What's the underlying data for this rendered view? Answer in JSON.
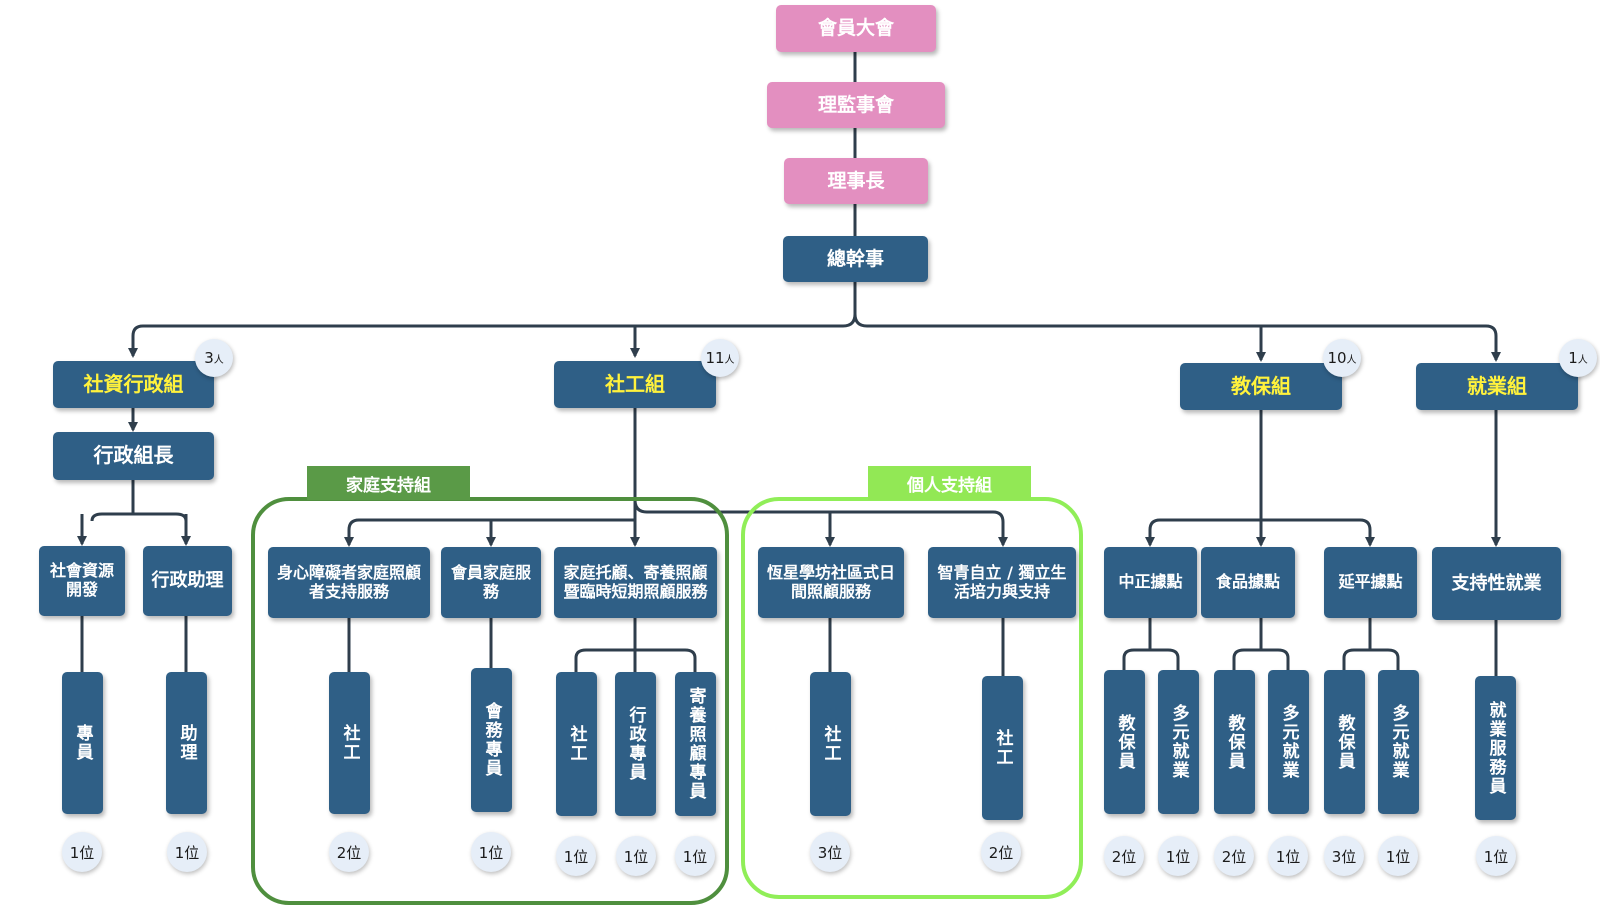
{
  "top": {
    "general_assembly": "會員大會",
    "board": "理監事會",
    "chairman": "理事長",
    "secretary_general": "總幹事"
  },
  "departments": {
    "admin": {
      "label": "社資行政組",
      "count": "3",
      "unit": "人"
    },
    "social": {
      "label": "社工組",
      "count": "11",
      "unit": "人"
    },
    "education": {
      "label": "教保組",
      "count": "10",
      "unit": "人"
    },
    "employment": {
      "label": "就業組",
      "count": "1",
      "unit": "人"
    }
  },
  "admin_lead": "行政組長",
  "groups": {
    "family": "家庭支持組",
    "personal": "個人支持組"
  },
  "units": {
    "resource_dev": "社會資源開發",
    "admin_assist": "行政助理",
    "caregiver_support": "身心障礙者家庭照顧者支持服務",
    "member_family": "會員家庭服務",
    "respite": "家庭托顧、寄養照顧暨臨時短期照顧服務",
    "day_care": "恆星學坊社區式日間照顧服務",
    "independent": "智青自立 / 獨立生活培力與支持",
    "zhongzheng": "中正據點",
    "food": "食品據點",
    "yanping": "延平據點",
    "supported_emp": "支持性就業"
  },
  "roles": {
    "specialist": "專員",
    "assistant": "助理",
    "sw_caregiver": "社工",
    "member_affairs": "會務專員",
    "sw_respite": "社工",
    "admin_specialist": "行政專員",
    "foster_specialist": "寄養照顧專員",
    "sw_daycare": "社工",
    "sw_independent": "社工",
    "teacher_zz": "教保員",
    "multi_zz": "多元就業",
    "teacher_food": "教保員",
    "multi_food": "多元就業",
    "teacher_yp": "教保員",
    "multi_yp": "多元就業",
    "emp_service": "就業服務員"
  },
  "counts": {
    "specialist": "1位",
    "assistant": "1位",
    "sw_caregiver": "2位",
    "member_affairs": "1位",
    "sw_respite": "1位",
    "admin_specialist": "1位",
    "foster_specialist": "1位",
    "sw_daycare": "3位",
    "sw_independent": "2位",
    "teacher_zz": "2位",
    "multi_zz": "1位",
    "teacher_food": "2位",
    "multi_food": "1位",
    "teacher_yp": "3位",
    "multi_yp": "1位",
    "emp_service": "1位"
  },
  "colors": {
    "top_nodes": "#e38fc0",
    "org_nodes": "#2f5f86",
    "department_text": "#fff23c",
    "family_group": "#5a9a47",
    "personal_group": "#92e855",
    "count_badge": "#e6eef8",
    "connector": "#2f3e4c"
  }
}
